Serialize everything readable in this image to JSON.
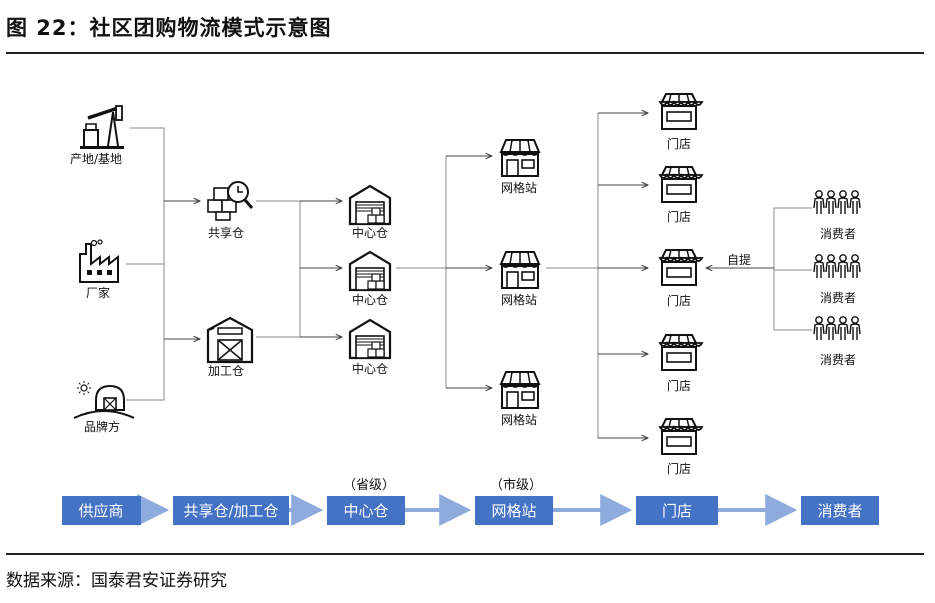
{
  "title": "图 22：社区团购物流模式示意图",
  "source": "数据来源：国泰君安证券研究",
  "nodes": {
    "origin": "产地/基地",
    "factory": "厂家",
    "brand": "品牌方",
    "shared_wh": "共享仓",
    "process_wh": "加工仓",
    "central_wh": "中心仓",
    "grid_station": "网格站",
    "store": "门店",
    "consumer": "消费者",
    "self_pickup": "自提"
  },
  "flow": {
    "steps": [
      "供应商",
      "共享仓/加工仓",
      "中心仓",
      "网格站",
      "门店",
      "消费者"
    ],
    "level_central": "（省级）",
    "level_grid": "（市级）"
  },
  "colors": {
    "flow_box": "#4472c4",
    "flow_arrow": "#8faadc",
    "line": "#888888"
  }
}
